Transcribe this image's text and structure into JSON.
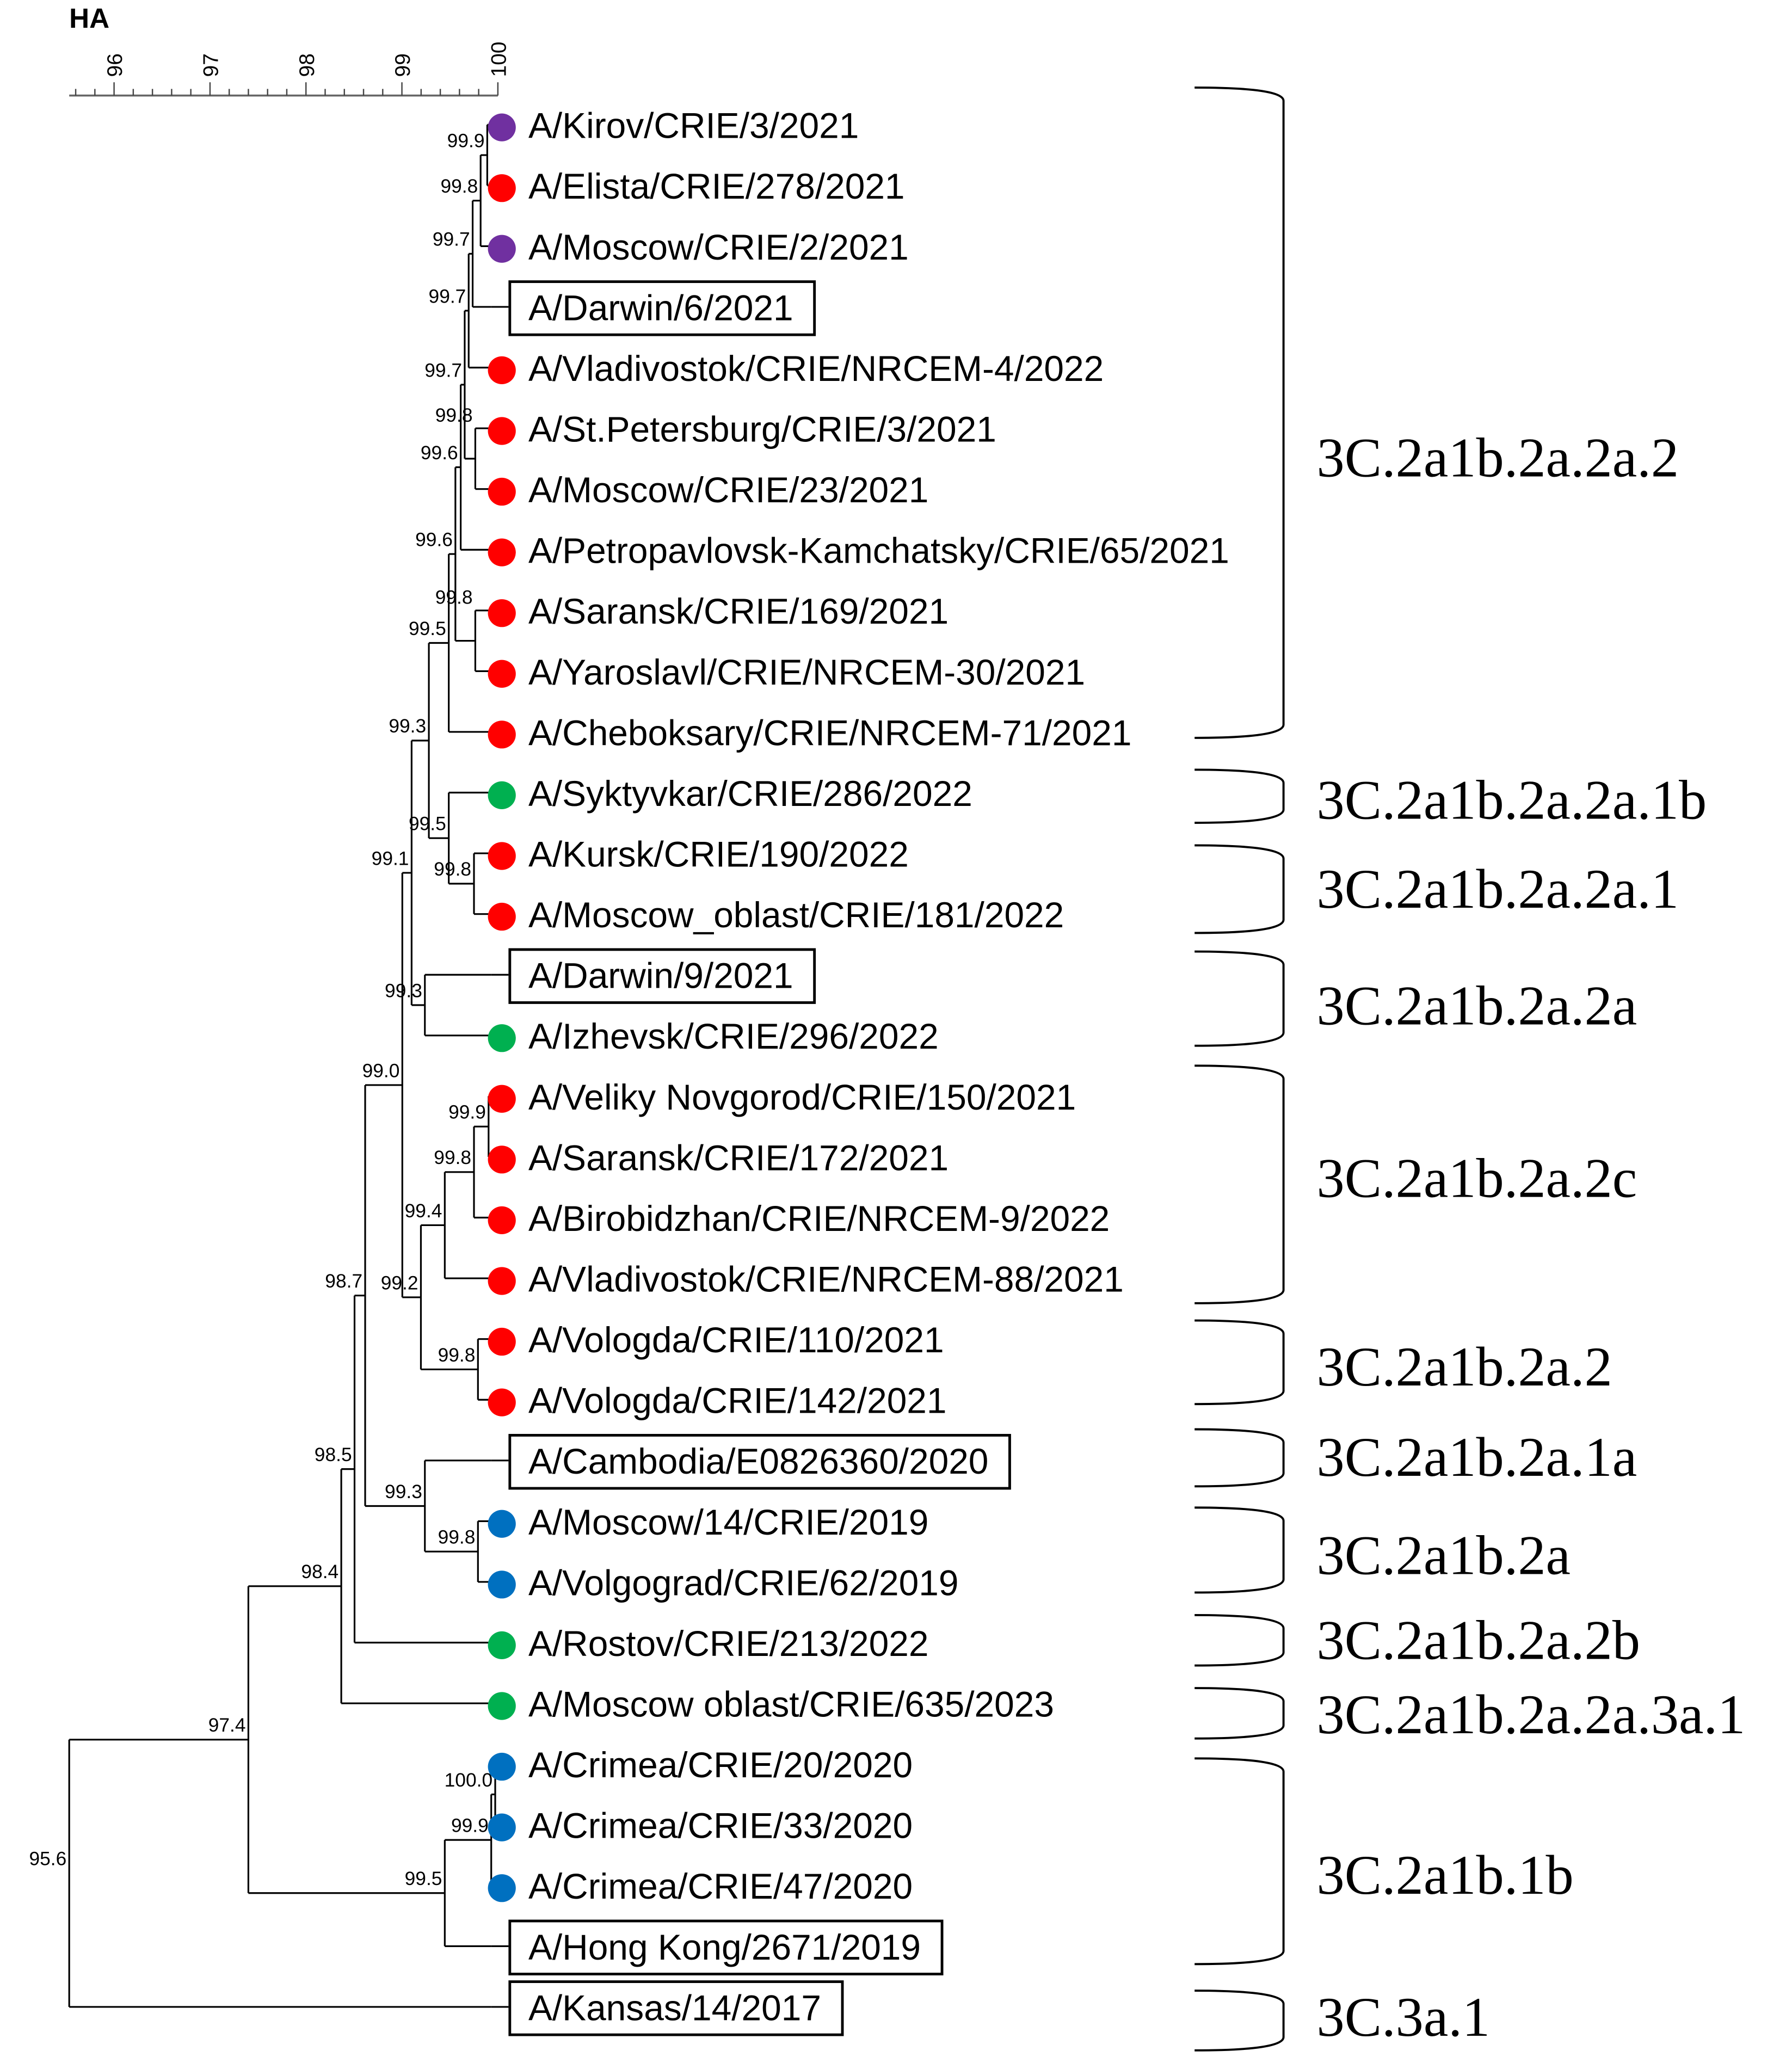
{
  "title": "HA",
  "scale": {
    "ticks": [
      "96",
      "97",
      "98",
      "99",
      "100"
    ],
    "min": 95.55,
    "max": 100
  },
  "colors": {
    "purple": "#7030a0",
    "red": "#ff0000",
    "green": "#00b050",
    "blue": "#0070c0"
  },
  "leaves": [
    {
      "name": "A/Kirov/CRIE/3/2021",
      "marker": "purple"
    },
    {
      "name": "A/Elista/CRIE/278/2021",
      "marker": "red"
    },
    {
      "name": "A/Moscow/CRIE/2/2021",
      "marker": "purple"
    },
    {
      "name": "A/Darwin/6/2021",
      "marker": "box"
    },
    {
      "name": "A/Vladivostok/CRIE/NRCEM-4/2022",
      "marker": "red"
    },
    {
      "name": "A/St.Petersburg/CRIE/3/2021",
      "marker": "red"
    },
    {
      "name": "A/Moscow/CRIE/23/2021",
      "marker": "red"
    },
    {
      "name": "A/Petropavlovsk-Kamchatsky/CRIE/65/2021",
      "marker": "red"
    },
    {
      "name": "A/Saransk/CRIE/169/2021",
      "marker": "red"
    },
    {
      "name": "A/Yaroslavl/CRIE/NRCEM-30/2021",
      "marker": "red"
    },
    {
      "name": "A/Cheboksary/CRIE/NRCEM-71/2021",
      "marker": "red"
    },
    {
      "name": "A/Syktyvkar/CRIE/286/2022",
      "marker": "green"
    },
    {
      "name": "A/Kursk/CRIE/190/2022",
      "marker": "red"
    },
    {
      "name": "A/Moscow_oblast/CRIE/181/2022",
      "marker": "red"
    },
    {
      "name": "A/Darwin/9/2021",
      "marker": "box"
    },
    {
      "name": "A/Izhevsk/CRIE/296/2022",
      "marker": "green"
    },
    {
      "name": "A/Veliky Novgorod/CRIE/150/2021",
      "marker": "red"
    },
    {
      "name": "A/Saransk/CRIE/172/2021",
      "marker": "red"
    },
    {
      "name": "A/Birobidzhan/CRIE/NRCEM-9/2022",
      "marker": "red"
    },
    {
      "name": "A/Vladivostok/CRIE/NRCEM-88/2021",
      "marker": "red"
    },
    {
      "name": "A/Vologda/CRIE/110/2021",
      "marker": "red"
    },
    {
      "name": "A/Vologda/CRIE/142/2021",
      "marker": "red"
    },
    {
      "name": "A/Cambodia/E0826360/2020",
      "marker": "box"
    },
    {
      "name": "A/Moscow/14/CRIE/2019",
      "marker": "blue"
    },
    {
      "name": "A/Volgograd/CRIE/62/2019",
      "marker": "blue"
    },
    {
      "name": "A/Rostov/CRIE/213/2022",
      "marker": "green"
    },
    {
      "name": "A/Moscow oblast/CRIE/635/2023",
      "marker": "green"
    },
    {
      "name": "A/Crimea/CRIE/20/2020",
      "marker": "blue"
    },
    {
      "name": "A/Crimea/CRIE/33/2020",
      "marker": "blue"
    },
    {
      "name": "A/Crimea/CRIE/47/2020",
      "marker": "blue"
    },
    {
      "name": "A/Hong Kong/2671/2019",
      "marker": "box"
    },
    {
      "name": "A/Kansas/14/2017",
      "marker": "box"
    }
  ],
  "support": {
    "root": "95.6",
    "A": "97.4",
    "B": "98.4",
    "F": "98.5",
    "G": "98.7",
    "H": "99.0",
    "K": "99.1",
    "Q": "99.3",
    "S": "99.5",
    "X": "99.6",
    "Z": "99.6",
    "AA": "99.7",
    "CC": "99.7",
    "DD": "99.7",
    "EE": "99.8",
    "FF": "99.9",
    "BB": "99.8",
    "Y": "99.8",
    "T": "99.5",
    "U": "99.8",
    "R": "99.3",
    "L": "99.2",
    "M": "99.4",
    "O": "99.8",
    "P": "99.9",
    "N": "99.8",
    "I": "99.3",
    "J": "99.8",
    "C": "99.5",
    "D": "99.9",
    "E": "100.0"
  },
  "clades": [
    {
      "label": "3C.2a1b.2a.2a.2"
    },
    {
      "label": "3C.2a1b.2a.2a.1b"
    },
    {
      "label": "3C.2a1b.2a.2a.1"
    },
    {
      "label": "3C.2a1b.2a.2a"
    },
    {
      "label": "3C.2a1b.2a.2c"
    },
    {
      "label": "3C.2a1b.2a.2"
    },
    {
      "label": "3C.2a1b.2a.1a"
    },
    {
      "label": "3C.2a1b.2a"
    },
    {
      "label": "3C.2a1b.2a.2b"
    },
    {
      "label": "3C.2a1b.2a.2a.3a.1"
    },
    {
      "label": "3C.2a1b.1b"
    },
    {
      "label": "3C.3a.1"
    }
  ]
}
